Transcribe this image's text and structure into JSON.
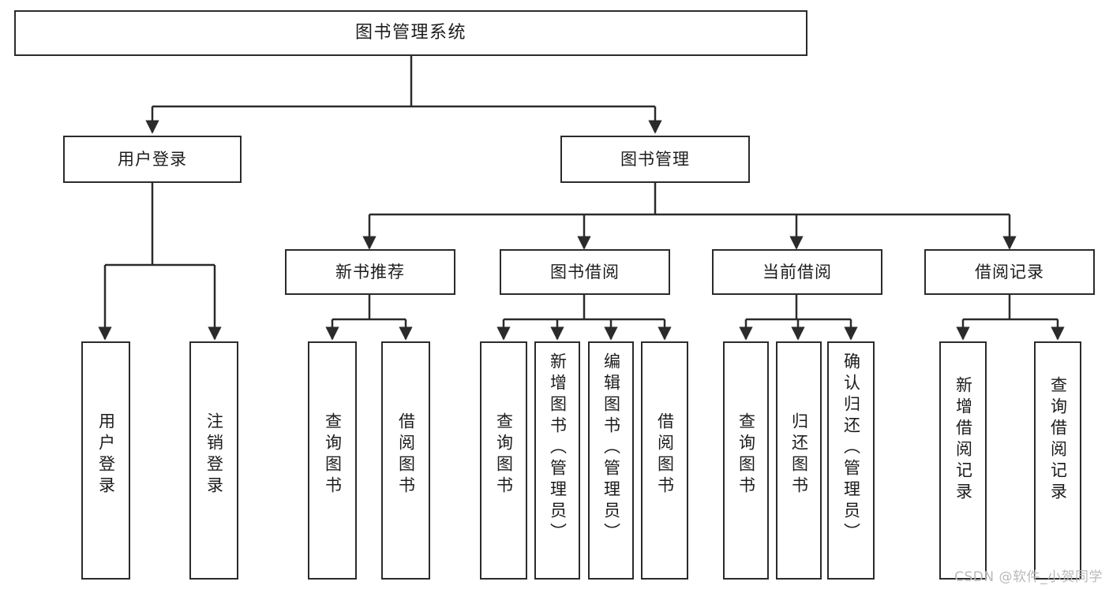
{
  "diagram": {
    "title": "图书管理系统",
    "type": "tree",
    "watermark": "CSDN @软件_小贺同学",
    "colors": {
      "stroke": "#2b2b2b",
      "fill": "#ffffff",
      "text": "#1c1c1c",
      "watermark": "#b9b9b9"
    },
    "levels": {
      "root": {
        "label": "图书管理系统"
      },
      "level2": [
        {
          "id": "user-login",
          "label": "用户登录"
        },
        {
          "id": "book-manage",
          "label": "图书管理"
        }
      ],
      "level3": [
        {
          "id": "new-book-recommend",
          "label": "新书推荐",
          "parent": "book-manage"
        },
        {
          "id": "book-borrow",
          "label": "图书借阅",
          "parent": "book-manage"
        },
        {
          "id": "current-borrow",
          "label": "当前借阅",
          "parent": "book-manage"
        },
        {
          "id": "borrow-record",
          "label": "借阅记录",
          "parent": "book-manage"
        }
      ],
      "leaves": [
        {
          "id": "leaf-user-login",
          "label": "用户登录",
          "parent": "user-login",
          "orientation": "vertical"
        },
        {
          "id": "leaf-user-logout",
          "label": "注销登录",
          "parent": "user-login",
          "orientation": "vertical"
        },
        {
          "id": "leaf-query-book-1",
          "label": "查询图书",
          "parent": "new-book-recommend",
          "orientation": "vertical"
        },
        {
          "id": "leaf-borrow-book-1",
          "label": "借阅图书",
          "parent": "new-book-recommend",
          "orientation": "vertical"
        },
        {
          "id": "leaf-query-book-2",
          "label": "查询图书",
          "parent": "book-borrow",
          "orientation": "vertical"
        },
        {
          "id": "leaf-add-book",
          "label": "新增图书（管理员）",
          "parent": "book-borrow",
          "orientation": "vertical"
        },
        {
          "id": "leaf-edit-book",
          "label": "编辑图书（管理员）",
          "parent": "book-borrow",
          "orientation": "vertical"
        },
        {
          "id": "leaf-borrow-book-2",
          "label": "借阅图书",
          "parent": "book-borrow",
          "orientation": "vertical"
        },
        {
          "id": "leaf-query-book-3",
          "label": "查询图书",
          "parent": "current-borrow",
          "orientation": "vertical"
        },
        {
          "id": "leaf-return-book",
          "label": "归还图书",
          "parent": "current-borrow",
          "orientation": "vertical"
        },
        {
          "id": "leaf-confirm-return",
          "label": "确认归还（管理员）",
          "parent": "current-borrow",
          "orientation": "vertical"
        },
        {
          "id": "leaf-add-record",
          "label": "新增借阅记录",
          "parent": "borrow-record",
          "orientation": "vertical"
        },
        {
          "id": "leaf-query-record",
          "label": "查询借阅记录",
          "parent": "borrow-record",
          "orientation": "vertical"
        }
      ]
    }
  }
}
